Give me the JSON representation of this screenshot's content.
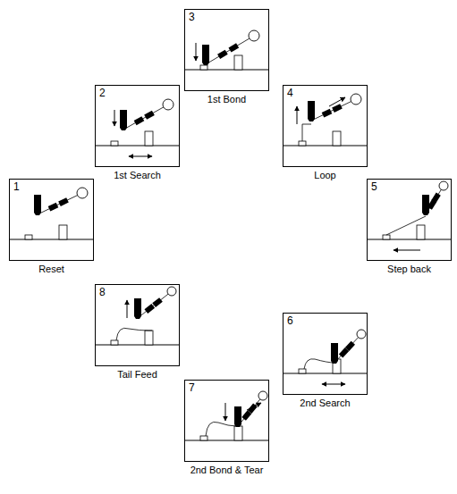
{
  "diagram": {
    "nodes": [
      {
        "text": [
          "1",
          "Reset"
        ]
      },
      {
        "text": [
          "2",
          "1st Search"
        ]
      },
      {
        "text": [
          "3",
          "1st Bond"
        ]
      },
      {
        "text": [
          "4",
          "Loop"
        ]
      },
      {
        "text": [
          "5",
          "Step back"
        ]
      },
      {
        "text": [
          "6",
          "2nd Search"
        ]
      },
      {
        "text": [
          "7",
          "2nd Bond & Tear"
        ]
      },
      {
        "text": [
          "8",
          "Tail Feed"
        ]
      }
    ]
  }
}
